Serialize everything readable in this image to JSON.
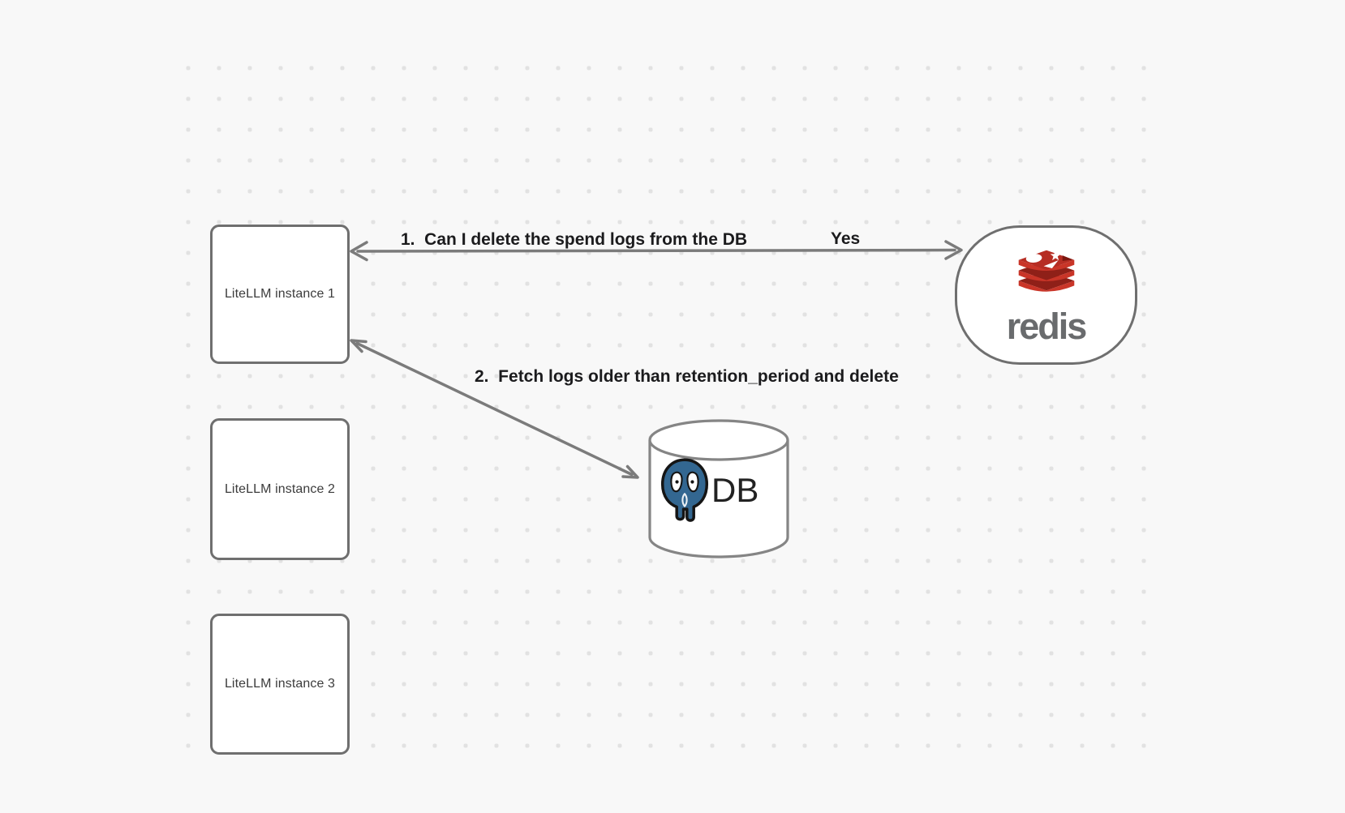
{
  "diagram": {
    "type": "architecture-flow",
    "tool_style": "dotted-grid-canvas"
  },
  "nodes": {
    "litellm_instances": [
      {
        "label": "LiteLLM instance 1"
      },
      {
        "label": "LiteLLM instance 2"
      },
      {
        "label": "LiteLLM instance 3"
      }
    ],
    "redis": {
      "label": "redis"
    },
    "db": {
      "label": "DB"
    }
  },
  "edges": {
    "edge1": {
      "from": "redis",
      "to": "LiteLLM instance 1",
      "bidirectional": true,
      "label": "1.  Can I delete the spend logs from the DB",
      "response": "Yes"
    },
    "edge2": {
      "from": "LiteLLM instance 1",
      "to": "DB",
      "bidirectional": true,
      "label": "2.  Fetch logs older than retention_period and delete"
    }
  },
  "icons": {
    "redis": "redis-stack-icon",
    "postgres": "postgresql-elephant-icon",
    "database": "db-cylinder-shape"
  },
  "colors": {
    "background": "#f8f8f8",
    "dot": "#e2e2e2",
    "node_border": "#6f6f6f",
    "arrow": "#7b7b7b",
    "label_text": "#1b1b1d",
    "box_text": "#3c3c3c",
    "redis_red": "#c93528",
    "redis_dark_red": "#8f2018",
    "redis_wordmark_gray": "#696b6d",
    "postgres_blue": "#336791"
  }
}
